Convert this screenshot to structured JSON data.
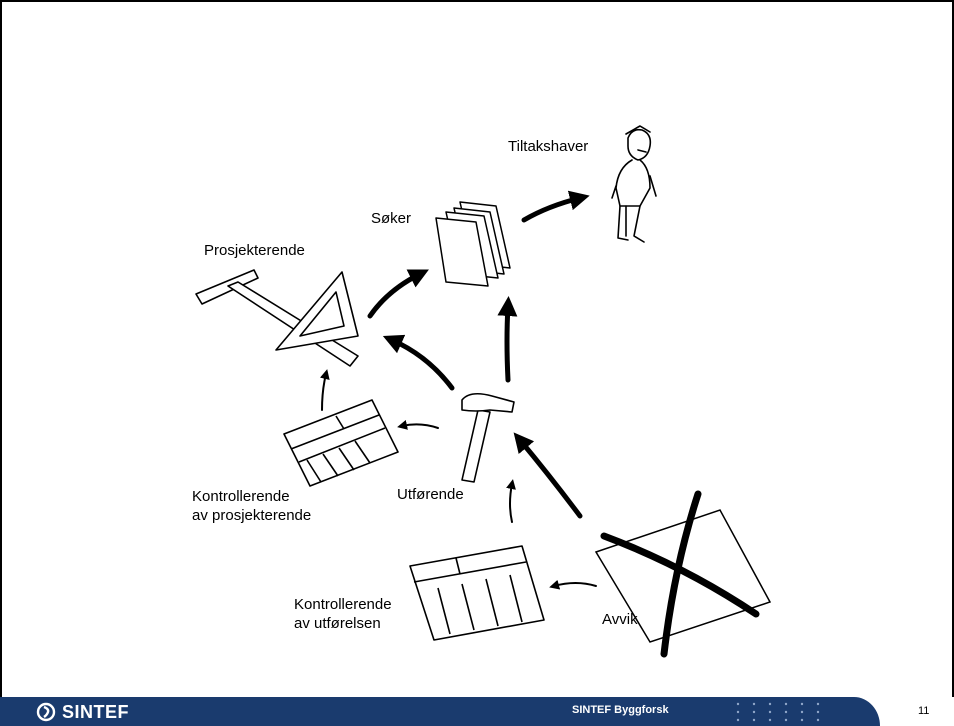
{
  "labels": {
    "tiltakshaver": "Tiltakshaver",
    "soker": "Søker",
    "prosjekterende": "Prosjekterende",
    "kontroll_prosj_1": "Kontrollerende",
    "kontroll_prosj_2": "av prosjekterende",
    "utforende": "Utførende",
    "kontroll_utf_1": "Kontrollerende",
    "kontroll_utf_2": "av utførelsen",
    "avvik": "Avvik"
  },
  "footer": {
    "logo_text": "SINTEF",
    "center_text": "SINTEF Byggforsk",
    "page_number": "11"
  },
  "colors": {
    "footer_bar": "#1a3b6e",
    "ink": "#000000"
  }
}
